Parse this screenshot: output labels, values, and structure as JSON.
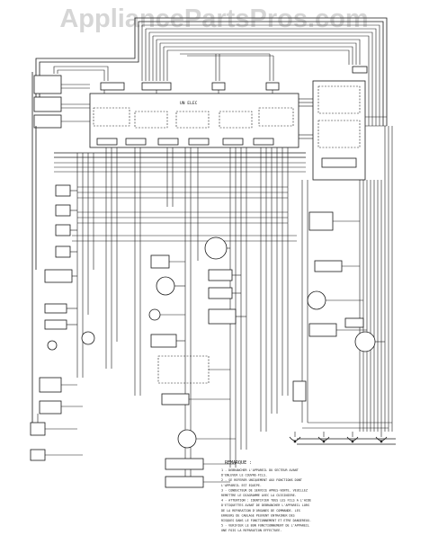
{
  "watermark": "AppliancePartsPros.com",
  "control_board": {
    "label": "UN ELEC"
  },
  "legend": {
    "title": "REMARQUE :",
    "lines": [
      "1 - DEBRANCHER L'APPAREIL DU SECTEUR AVANT",
      "    D'ENLEVER LE COUVRE-FILS.",
      "2 - SE REFERER UNIQUEMENT AUX FONCTIONS DONT",
      "    L'APPAREIL EST EQUIPE.",
      "3 - CONDUCTEUR DE SERVICE APRES-VENTE. VEUILLEZ",
      "    REMETTRE LE DIAGRAMME AVEC LA CUISINIERE.",
      "4 - ATTENTION : IDENTIFIER TOUS LES FILS A L'AIDE",
      "    D'ETIQUETTES AVANT DE DEBRANCHER L'APPAREIL LORS",
      "    DE LA REPARATION D'ORGANES DE COMMANDE. LES",
      "    ERREURS DE CABLAGE PEUVENT ENTRAINER DES",
      "    RISQUES DANS LE FONCTIONNEMENT ET ETRE DANGEREUX.",
      "5 - VERIFIER LE BON FONCTIONNEMENT DE L'APPAREIL",
      "    UNE FOIS LA REPARATION EFFECTUEE."
    ]
  }
}
